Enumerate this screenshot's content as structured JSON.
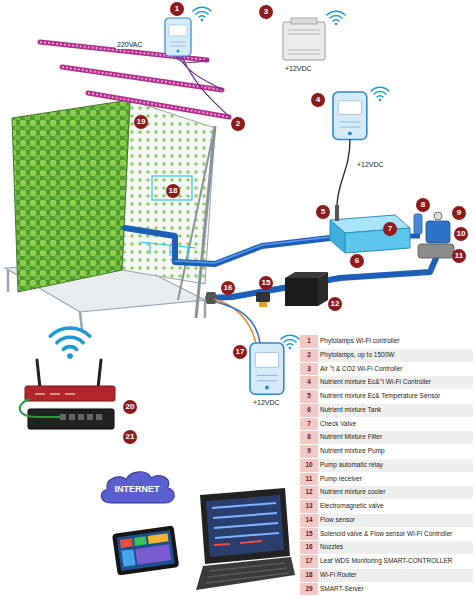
{
  "diagram": {
    "nodes": [
      {
        "text": [
          "INTERNET"
        ]
      }
    ],
    "labels": [
      "1",
      "220VAC",
      "3",
      "+12VDC",
      "2",
      "4",
      "+12VDC",
      "19",
      "18",
      "5",
      "7",
      "8",
      "9",
      "10",
      "6",
      "11",
      "16",
      "15",
      "12",
      "17",
      "+12VDC",
      "20",
      "21",
      "1",
      "Phytolamps Wi-Fi controller",
      "2",
      "Phytolamps, up to 1500W",
      "3",
      "Air °t & CO2 Wi-Fi Controller",
      "4",
      "Nutrient mixture Ec&°t Wi-Fi Controller",
      "5",
      "Nutrient mixture Ec& Temperature Sensor",
      "6",
      "Nutrient mixture Tank",
      "7",
      "Check Valve",
      "8",
      "Nutrient Mixture Filter",
      "9",
      "Nutrient mixture Pump",
      "10",
      "Pump automatic relay",
      "11",
      "Pump receiver",
      "12",
      "Nutrient mixture cooler",
      "13",
      "Electromagnetic valve",
      "14",
      "Flow sensor",
      "15",
      "Solenoid valve & Flow sensor Wi-Fi Controller",
      "16",
      "Nozzles",
      "17",
      "Leaf WDS Monitoring SMART-CONTROLLER",
      "18",
      "Wi-Fi Router",
      "29",
      "SMART-Server"
    ]
  }
}
